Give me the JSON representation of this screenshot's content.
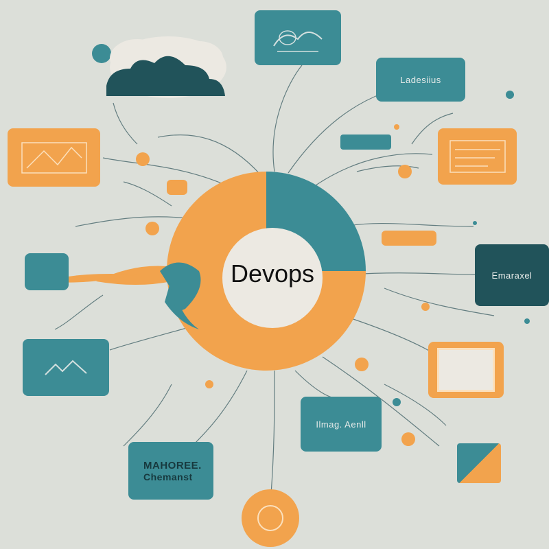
{
  "center": {
    "label": "Devops"
  },
  "cards": {
    "top_right_upper": "Ladesiius",
    "right_middle": "Emaraxel",
    "bottom_center": "Ilmag. Aenll",
    "bottom_left_line1": "MAHOREE.",
    "bottom_left_line2": "Chemanst"
  },
  "colors": {
    "background": "#dcdfd9",
    "teal": "#3c8c95",
    "orange": "#f2a34d",
    "dark_teal": "#21535a",
    "cream": "#ece9e2"
  }
}
